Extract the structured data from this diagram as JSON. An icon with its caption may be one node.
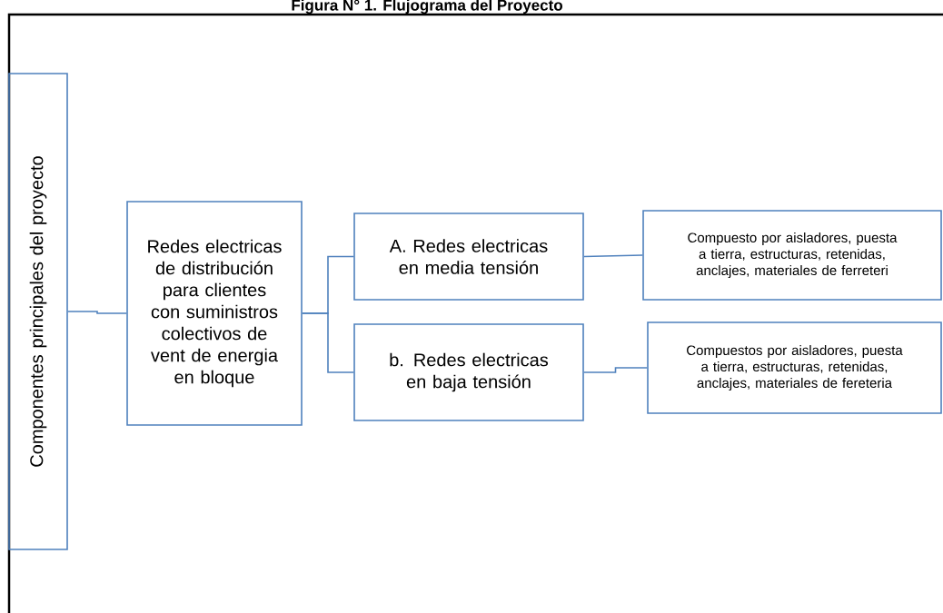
{
  "diagram": {
    "title": "Figura N° 1. Flujograma del Proyecto",
    "nodes": [
      {
        "text": [
          "Componentes principales del proyecto"
        ]
      },
      {
        "text": [
          "Redes electricas de distribución para clientes con suministros colectivos de vent de energia en bloque"
        ]
      },
      {
        "text": [
          "A. Redes electricas en media tensión"
        ]
      },
      {
        "text": [
          "b. Redes electricas en baja tensión"
        ]
      },
      {
        "text": [
          "Compuesto por aisladores, puesta a tierra, estructuras, retenidas, anclajes, materiales de ferreteri"
        ]
      },
      {
        "text": [
          "Compuestos por aisladores, puesta a tierra, estructuras, retenidas, anclajes, materiales de fereteria"
        ]
      }
    ],
    "edges": [
      {
        "from": 0,
        "to": 1,
        "arrow": "none"
      },
      {
        "from": 1,
        "to": 2,
        "arrow": "none"
      },
      {
        "from": 1,
        "to": 3,
        "arrow": "none"
      },
      {
        "from": 2,
        "to": 4,
        "arrow": "none"
      },
      {
        "from": 3,
        "to": 5,
        "arrow": "none"
      }
    ]
  }
}
